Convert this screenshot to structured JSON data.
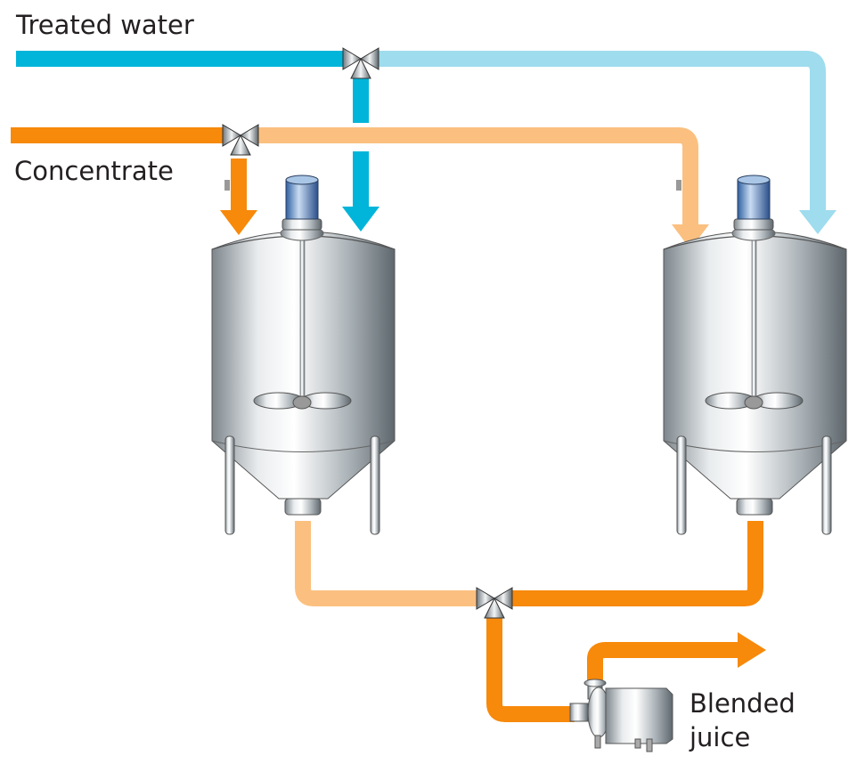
{
  "labels": {
    "treated_water": "Treated water",
    "concentrate": "Concentrate",
    "blended_juice_line1": "Blended",
    "blended_juice_line2": "juice"
  },
  "colors": {
    "water": "#00b5d9",
    "water_light": "#9edcee",
    "concentrate": "#f7890b",
    "concentrate_light": "#fbc07f",
    "steel": "#b8bec2"
  },
  "components": {
    "tanks": [
      "mixing-tank-1",
      "mixing-tank-2"
    ],
    "valves": [
      "three-way-valve-water",
      "three-way-valve-concentrate",
      "three-way-valve-outlet"
    ],
    "pump": "centrifugal-pump"
  }
}
